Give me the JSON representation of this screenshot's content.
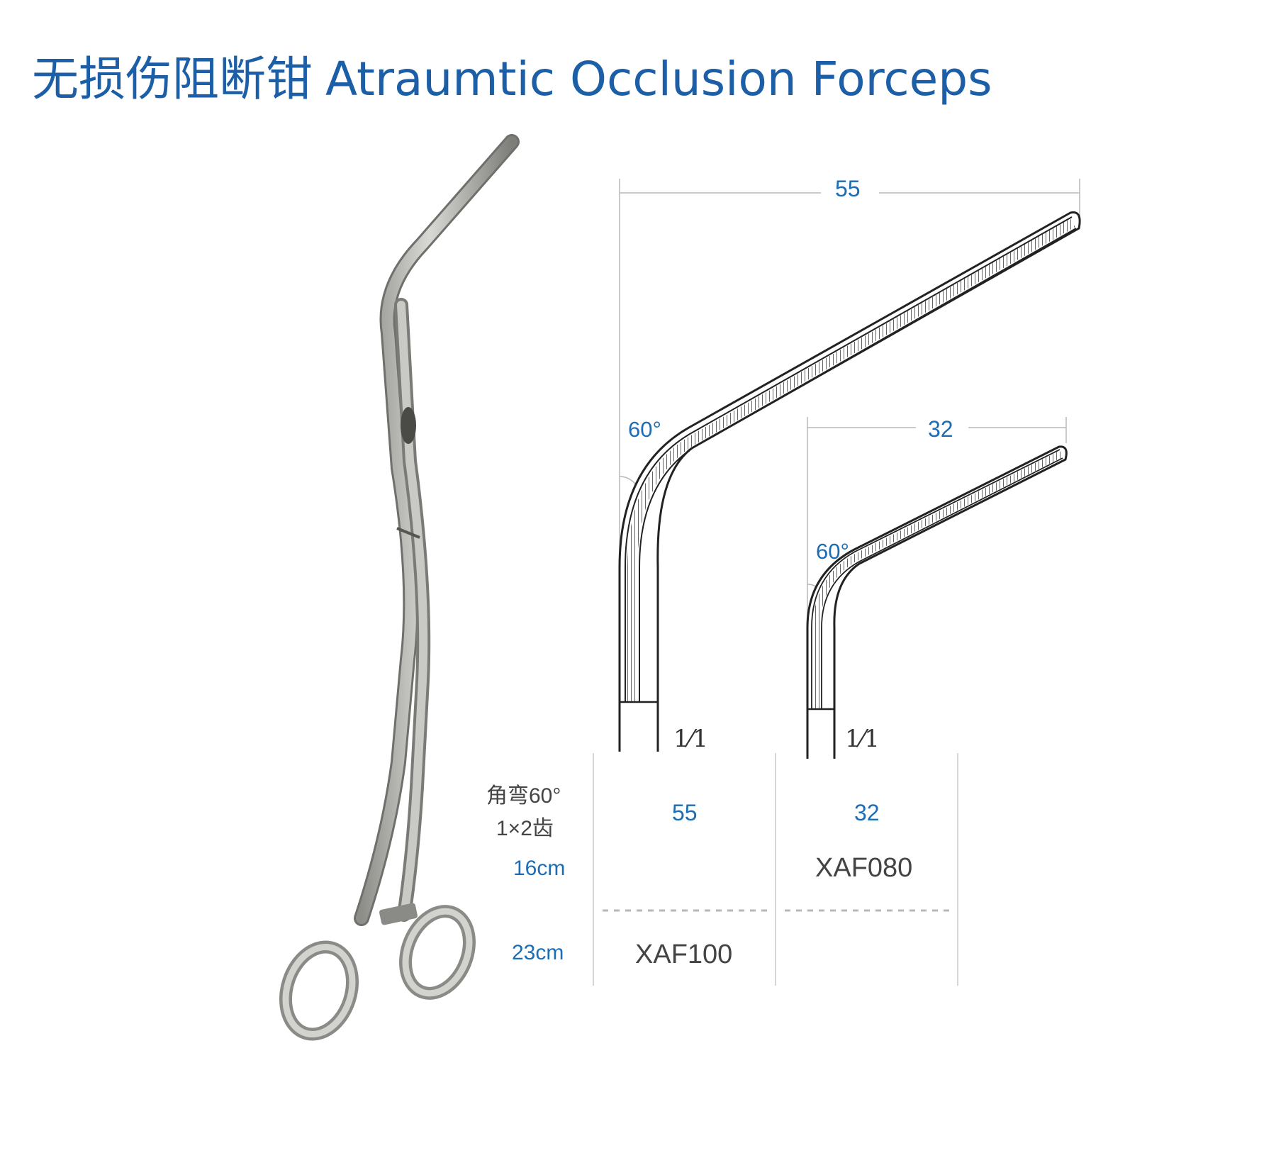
{
  "title": {
    "cn": "无损伤阻断钳",
    "en": "Atraumtic Occlusion Forceps"
  },
  "drawing_large": {
    "length_label": "55",
    "angle_label": "60°",
    "teeth_label": "1⁄1"
  },
  "drawing_small": {
    "length_label": "32",
    "angle_label": "60°",
    "teeth_label": "1⁄1"
  },
  "spec_table": {
    "row_header": [
      "角弯60°",
      "1×2齿"
    ],
    "columns": [
      "55",
      "32"
    ],
    "rows": [
      {
        "size": "16cm",
        "cells": [
          "",
          "XAF080"
        ]
      },
      {
        "size": "23cm",
        "cells": [
          "XAF100",
          ""
        ]
      }
    ]
  },
  "colors": {
    "title": "#1c5fa6",
    "label_blue": "#1c6db5",
    "code_dark": "#444444"
  }
}
